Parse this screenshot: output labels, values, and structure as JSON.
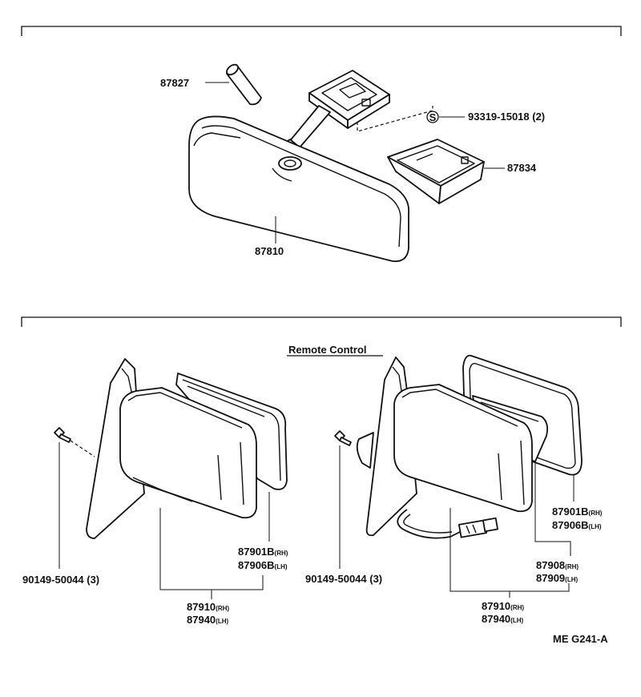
{
  "section_title": "Remote Control",
  "drawing_code": "ME G241-A",
  "screw_mark": "S",
  "parts": {
    "p87827": "87827",
    "p93319": "93319-15018 (2)",
    "p87834": "87834",
    "p87810": "87810",
    "left_screw": "90149-50044 (3)",
    "left_glass_a": "87901B",
    "left_glass_a_side": "(RH)",
    "left_glass_b": "87906B",
    "left_glass_b_side": "(LH)",
    "left_mirror_a": "87910",
    "left_mirror_a_side": "(RH)",
    "left_mirror_b": "87940",
    "left_mirror_b_side": "(LH)",
    "right_screw": "90149-50044 (3)",
    "right_glass_a": "87901B",
    "right_glass_a_side": "(RH)",
    "right_glass_b": "87906B",
    "right_glass_b_side": "(LH)",
    "right_motor_a": "87908",
    "right_motor_a_side": "(RH)",
    "right_motor_b": "87909",
    "right_motor_b_side": "(LH)",
    "right_mirror_a": "87910",
    "right_mirror_a_side": "(RH)",
    "right_mirror_b": "87940",
    "right_mirror_b_side": "(LH)"
  }
}
